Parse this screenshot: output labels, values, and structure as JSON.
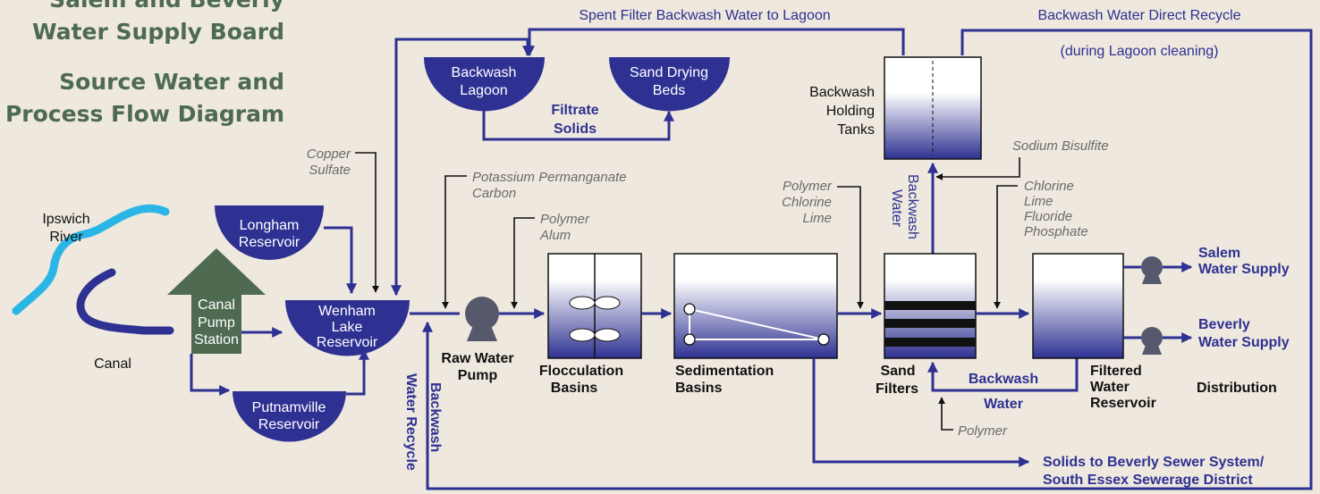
{
  "title": {
    "line1": "Salem and Beverly",
    "line2": "Water Supply Board",
    "line3": "Source Water and",
    "line4": "Process Flow Diagram"
  },
  "sources": {
    "ipswich_l1": "Ipswich",
    "ipswich_l2": "River",
    "canal": "Canal",
    "canal_pump_l1": "Canal",
    "canal_pump_l2": "Pump",
    "canal_pump_l3": "Station",
    "longham_l1": "Longham",
    "longham_l2": "Reservoir",
    "wenham_l1": "Wenham",
    "wenham_l2": "Lake",
    "wenham_l3": "Reservoir",
    "putnamville_l1": "Putnamville",
    "putnamville_l2": "Reservoir"
  },
  "chemicals": {
    "copper_l1": "Copper",
    "copper_l2": "Sulfate",
    "kmno4_l1": "Potassium Permanganate",
    "kmno4_l2": "Carbon",
    "polymer_alum_l1": "Polymer",
    "polymer_alum_l2": "Alum",
    "pcl_l1": "Polymer",
    "pcl_l2": "Chlorine",
    "pcl_l3": "Lime",
    "sodium_bisulfite": "Sodium Bisulfite",
    "post_l1": "Chlorine",
    "post_l2": "Lime",
    "post_l3": "Fluoride",
    "post_l4": "Phosphate",
    "polymer_bottom": "Polymer"
  },
  "process": {
    "raw_pump_l1": "Raw Water",
    "raw_pump_l2": "Pump",
    "floc_l1": "Flocculation",
    "floc_l2": "Basins",
    "sed_l1": "Sedimentation",
    "sed_l2": "Basins",
    "sand_l1": "Sand",
    "sand_l2": "Filters",
    "filtered_l1": "Filtered",
    "filtered_l2": "Water",
    "filtered_l3": "Reservoir",
    "distribution": "Distribution",
    "holding_l1": "Backwash",
    "holding_l2": "Holding",
    "holding_l3": "Tanks",
    "lagoon_l1": "Backwash",
    "lagoon_l2": "Lagoon",
    "drying_l1": "Sand Drying",
    "drying_l2": "Beds"
  },
  "flows": {
    "spent_filter": "Spent Filter Backwash Water to Lagoon",
    "direct_recycle_l1": "Backwash Water Direct Recycle",
    "direct_recycle_l2": "(during Lagoon cleaning)",
    "filtrate": "Filtrate",
    "solids": "Solids",
    "backwash_vert_l1": "Backwash",
    "backwash_vert_l2": "Water",
    "backwash_loop_l1": "Backwash",
    "backwash_loop_l2": "Water",
    "recycle_l1": "Backwash",
    "recycle_l2": "Water Recycle",
    "salem_l1": "Salem",
    "salem_l2": "Water Supply",
    "beverly_l1": "Beverly",
    "beverly_l2": "Water Supply",
    "solids_sewer_l1": "Solids to Beverly Sewer System/",
    "solids_sewer_l2": "South Essex Sewerage District"
  },
  "colors": {
    "background": "#eee8de",
    "navy": "#2e3192",
    "river": "#29b6e6",
    "title_green": "#4e6b52",
    "pump_grey": "#55596b",
    "chemical_grey": "#6b6b6b"
  }
}
